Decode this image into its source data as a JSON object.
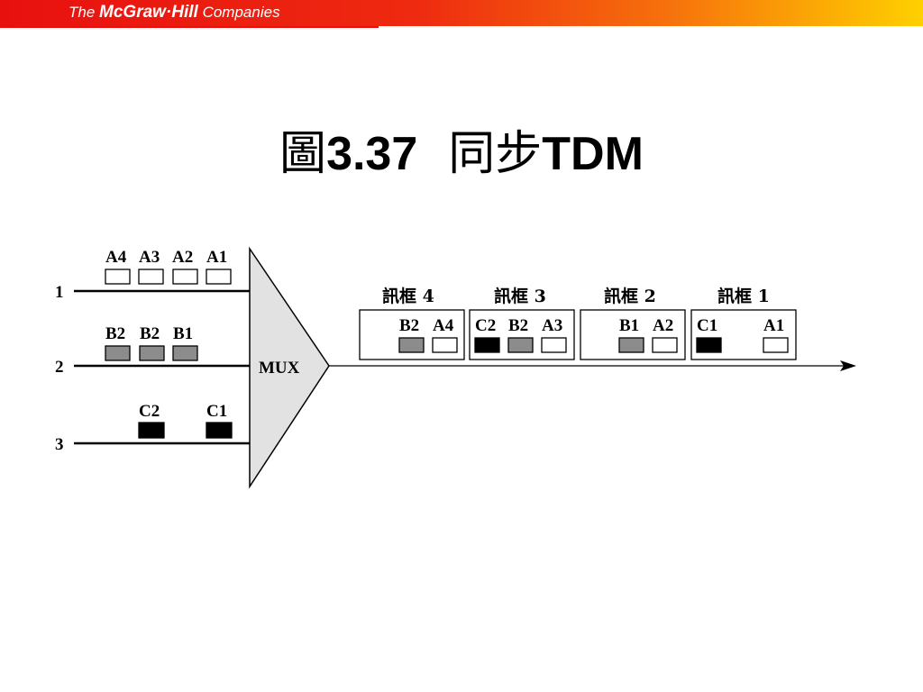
{
  "header": {
    "brand_prefix": "The",
    "brand_name": "McGraw·Hill",
    "brand_suffix": "Companies"
  },
  "title": {
    "figure": "圖",
    "number": "3.37",
    "text_cjk": "同步",
    "text_latin": "TDM"
  },
  "colors": {
    "slot_a": "#ffffff",
    "slot_b": "#8c8c8c",
    "slot_c": "#000000",
    "banner_start": "#e8100f",
    "banner_end": "#ffd000"
  },
  "inputs": [
    {
      "label": "1",
      "units": [
        "A4",
        "A3",
        "A2",
        "A1"
      ]
    },
    {
      "label": "2",
      "units": [
        "B2",
        "B2",
        "B1"
      ]
    },
    {
      "label": "3",
      "units": [
        "C2",
        "C1"
      ]
    }
  ],
  "mux": {
    "label": "MUX"
  },
  "frames": [
    {
      "label": "訊框 4",
      "slots": [
        "",
        "B2",
        "A4"
      ]
    },
    {
      "label": "訊框 3",
      "slots": [
        "C2",
        "B2",
        "A3"
      ]
    },
    {
      "label": "訊框 2",
      "slots": [
        "",
        "B1",
        "A2"
      ]
    },
    {
      "label": "訊框 1",
      "slots": [
        "C1",
        "",
        "A1"
      ]
    }
  ]
}
